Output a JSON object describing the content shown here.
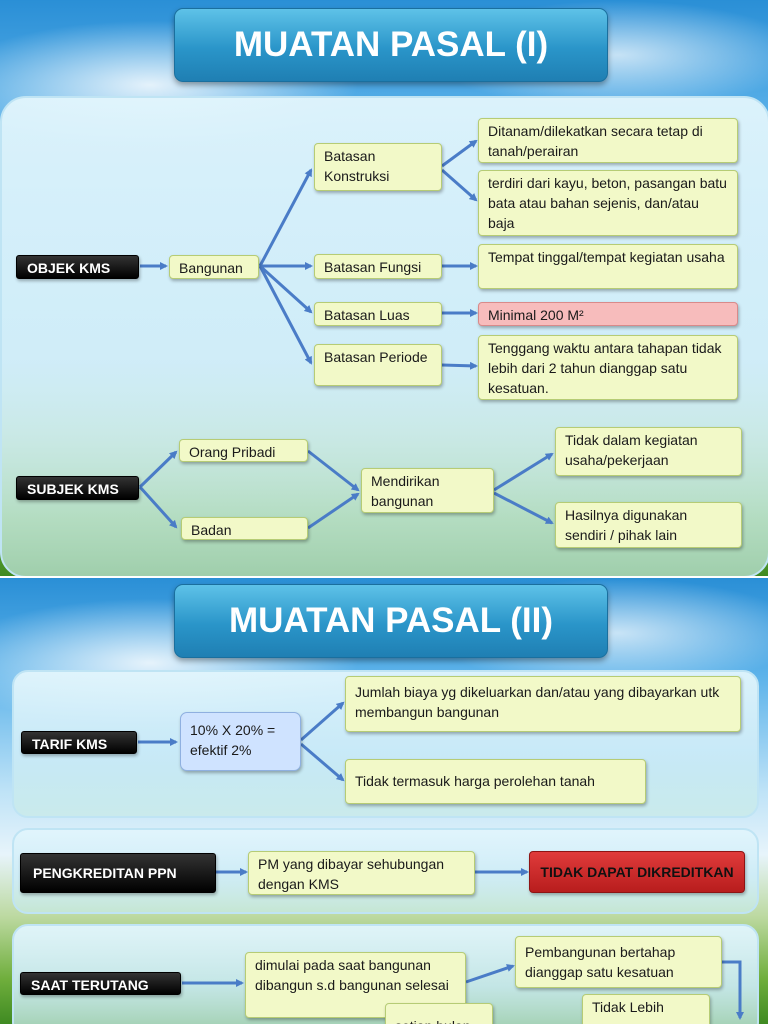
{
  "slide1": {
    "title": "MUATAN PASAL (I)",
    "objek": {
      "label": "OBJEK KMS",
      "bangunan": "Bangunan",
      "konstruksi": "Batasan Konstruksi",
      "konstruksi_1": "Ditanam/dilekatkan secara tetap di tanah/perairan",
      "konstruksi_2": "terdiri dari kayu, beton, pasangan batu bata atau bahan sejenis, dan/atau baja",
      "fungsi": "Batasan Fungsi",
      "fungsi_1": "Tempat tinggal/tempat kegiatan usaha",
      "luas": "Batasan Luas",
      "luas_1": "Minimal 200 M²",
      "periode": "Batasan Periode",
      "periode_1": "Tenggang waktu antara tahapan tidak lebih dari  2 tahun dianggap satu kesatuan."
    },
    "subjek": {
      "label": "SUBJEK KMS",
      "orang": "Orang Pribadi",
      "badan": "Badan",
      "mendirikan": "Mendirikan bangunan",
      "syarat_1": "Tidak dalam kegiatan usaha/pekerjaan",
      "syarat_2": "Hasilnya digunakan sendiri / pihak lain"
    }
  },
  "slide2": {
    "title": "MUATAN PASAL (II)",
    "tarif": {
      "label": "TARIF  KMS",
      "rate": "10% X 20% = efektif 2%",
      "note_1": "Jumlah biaya yg dikeluarkan dan/atau yang dibayarkan utk membangun bangunan",
      "note_2": "Tidak termasuk harga perolehan tanah"
    },
    "kredit": {
      "label": "PENGKREDITAN PPN",
      "pm": "PM yang dibayar sehubungan dengan KMS",
      "result": "TIDAK DAPAT DIKREDITKAN"
    },
    "terutang": {
      "label": "SAAT TERUTANG",
      "mulai": "dimulai pada saat bangunan dibangun s.d bangunan selesai",
      "bertahap": "Pembangunan bertahap dianggap satu kesatuan",
      "tidak_lebih": "Tidak Lebih",
      "setiap_bulan": "setiap bulan"
    }
  },
  "colors": {
    "title_banner": "#2a95c9",
    "node_fill": "#f2f9c8",
    "arrow": "#4a7cc7",
    "highlight_pink": "#f7bcbc",
    "highlight_red": "#d02a2a"
  }
}
